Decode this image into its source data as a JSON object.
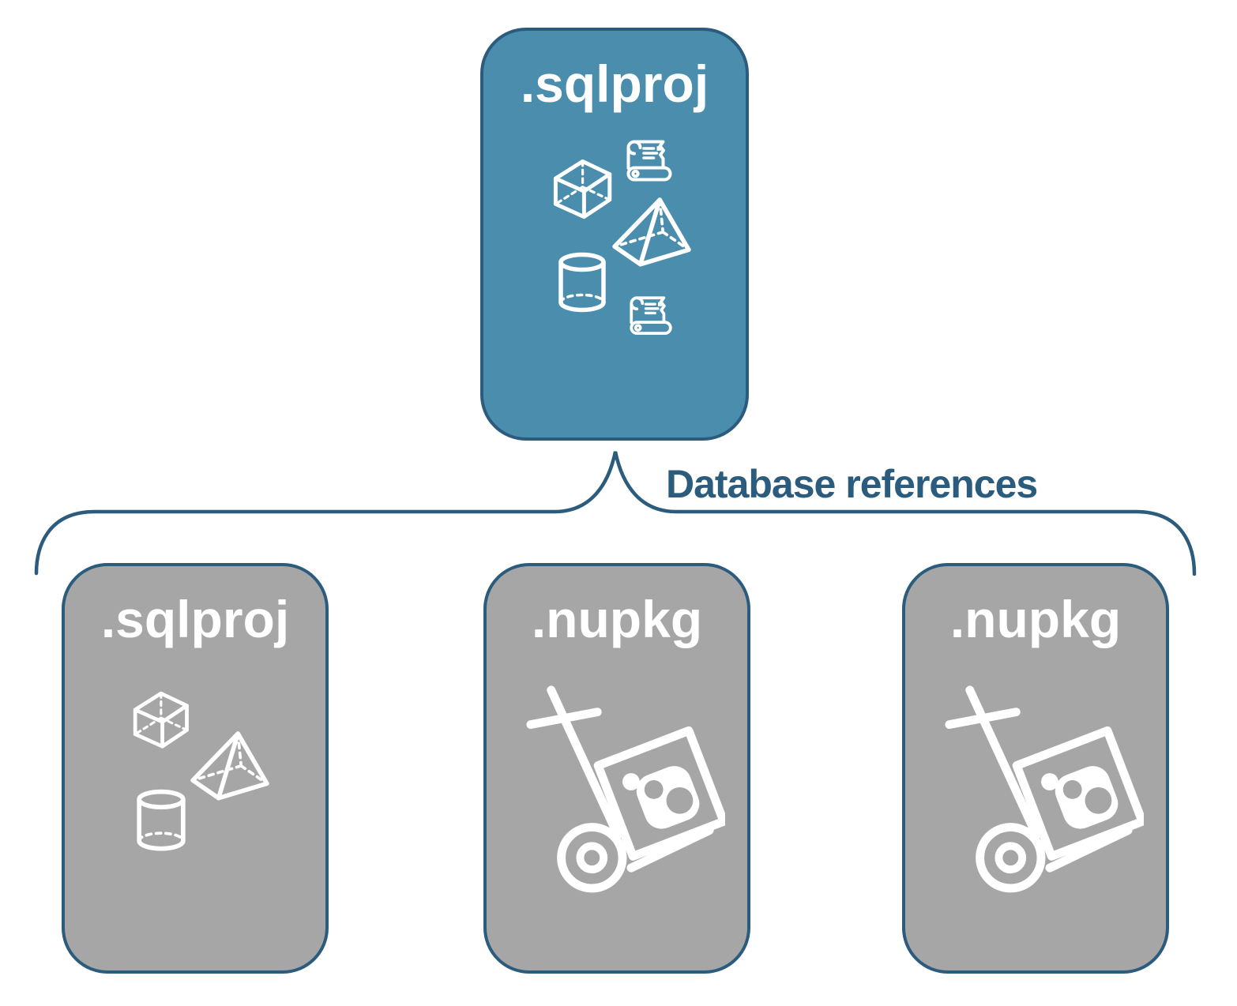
{
  "diagram": {
    "root": {
      "title": ".sqlproj",
      "icons": [
        "script-scroll-icon",
        "cube-icon",
        "pyramid-icon",
        "database-cylinder-icon",
        "script-scroll-icon"
      ]
    },
    "connector": {
      "label": "Database references",
      "shape": "curly-brace"
    },
    "children": [
      {
        "title": ".sqlproj",
        "icons": [
          "cube-icon",
          "pyramid-icon",
          "database-cylinder-icon"
        ]
      },
      {
        "title": ".nupkg",
        "icons": [
          "package-hand-truck-icon"
        ]
      },
      {
        "title": ".nupkg",
        "icons": [
          "package-hand-truck-icon"
        ]
      }
    ],
    "colors": {
      "root_fill": "#4a8dad",
      "child_fill": "#a6a6a6",
      "outline": "#2b5c7d",
      "connector_line": "#2b5c7d",
      "label_text": "#2b5c7d",
      "title_text": "#ffffff",
      "icon_stroke": "#ffffff",
      "background": "#ffffff"
    }
  }
}
